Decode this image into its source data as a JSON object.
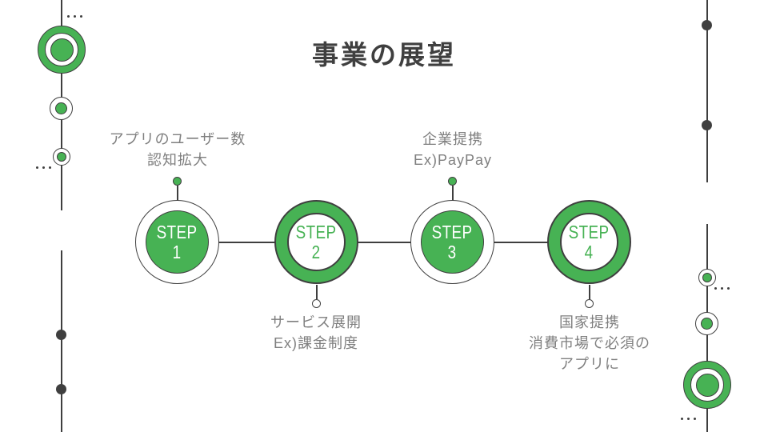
{
  "slide": {
    "title": "事業の展望"
  },
  "steps": [
    {
      "word": "STEP",
      "number": "1",
      "style": "filled-green-circle"
    },
    {
      "word": "STEP",
      "number": "2",
      "style": "green-ring"
    },
    {
      "word": "STEP",
      "number": "3",
      "style": "filled-green-circle"
    },
    {
      "word": "STEP",
      "number": "4",
      "style": "green-ring"
    }
  ],
  "annotations": [
    {
      "attached_to": "STEP 1",
      "position": "above",
      "lines": [
        "アプリのユーザー数",
        "認知拡大"
      ]
    },
    {
      "attached_to": "STEP 2",
      "position": "below",
      "lines": [
        "サービス展開",
        "Ex)課金制度"
      ]
    },
    {
      "attached_to": "STEP 3",
      "position": "above",
      "lines": [
        "企業提携",
        "Ex)PayPay"
      ]
    },
    {
      "attached_to": "STEP 4",
      "position": "below",
      "lines": [
        "国家提携",
        "消費市場で必須の",
        "アプリに"
      ]
    }
  ],
  "decorations": {
    "left_edge": [
      "ellipsis-dots",
      "bullseye-ornament",
      "double-circle-medium",
      "double-circle-small",
      "ellipsis-dots",
      "timeline-dot",
      "timeline-dot"
    ],
    "right_edge": [
      "timeline-dot",
      "timeline-dot",
      "double-circle-small",
      "ellipsis-dots",
      "double-circle-medium",
      "bullseye-ornament",
      "ellipsis-dots"
    ]
  },
  "colors": {
    "accent_green": "#47b254",
    "outline_dark": "#3f3f3f",
    "label_gray": "#7f7f7f",
    "title_color": "#3f3f3f",
    "background": "#ffffff"
  }
}
